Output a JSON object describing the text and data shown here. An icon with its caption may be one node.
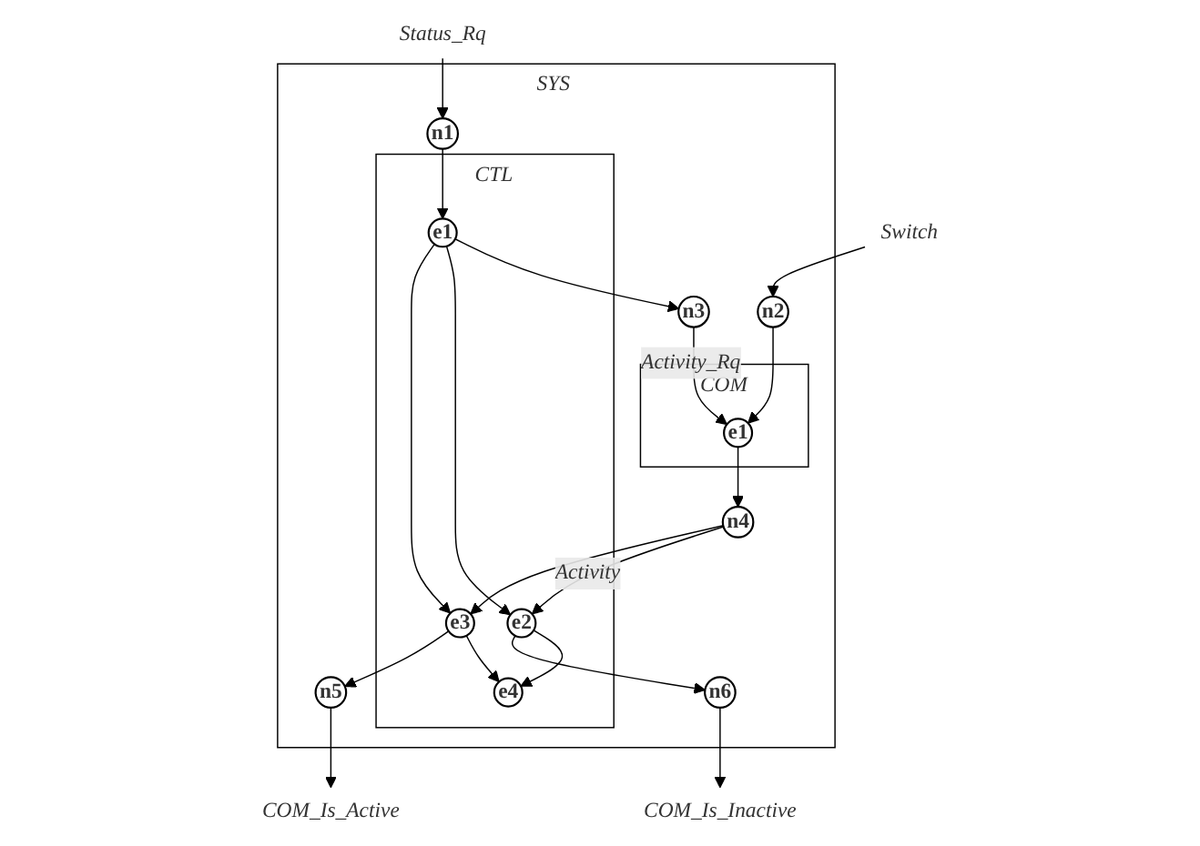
{
  "diagram": {
    "nodes": [
      {
        "text": [
          "COM_Is_Active"
        ]
      },
      {
        "text": [
          "Status_Rq"
        ]
      },
      {
        "text": [
          "COM_Is_Inactive"
        ]
      },
      {
        "text": [
          "Switch"
        ]
      },
      {
        "text": [
          "SYS"
        ]
      },
      {
        "text": [
          "n1"
        ],
        "in": 4
      },
      {
        "text": [
          "n5"
        ],
        "in": 4
      },
      {
        "text": [
          "n6"
        ],
        "in": 4
      },
      {
        "text": [
          "n2"
        ],
        "in": 4
      },
      {
        "text": [
          "CTL"
        ],
        "in": 4
      },
      {
        "text": [
          "e3"
        ],
        "in": 9
      },
      {
        "text": [
          "e1"
        ],
        "in": 9
      },
      {
        "text": [
          "e2"
        ],
        "in": 9
      },
      {
        "text": [
          "e4"
        ],
        "in": 9
      },
      {
        "text": [
          "COM"
        ],
        "in": 4
      },
      {
        "text": [
          "e1"
        ],
        "in": 14
      },
      {
        "text": [
          "n4"
        ],
        "in": 4
      },
      {
        "text": [
          "n3"
        ],
        "in": 4
      }
    ],
    "edges": [
      {
        "from": 1,
        "to": 5,
        "arrow": "to"
      },
      {
        "from": 5,
        "to": 11,
        "arrow": "to"
      },
      {
        "from": 10,
        "to": 6,
        "arrow": "to"
      },
      {
        "from": 6,
        "to": 0,
        "arrow": "to"
      },
      {
        "from": 12,
        "to": 7,
        "arrow": "to"
      },
      {
        "from": 7,
        "to": 2,
        "arrow": "to"
      },
      {
        "from": 3,
        "to": 8,
        "arrow": "to"
      },
      {
        "from": 8,
        "to": 15,
        "arrow": "to"
      },
      {
        "from": 11,
        "to": 10,
        "arrow": "to"
      },
      {
        "from": 11,
        "to": 12,
        "arrow": "to"
      },
      {
        "from": 10,
        "to": 13,
        "arrow": "to"
      },
      {
        "from": 12,
        "to": 13,
        "arrow": "to"
      },
      {
        "from": 11,
        "to": 17,
        "arrow": "to"
      },
      {
        "from": 17,
        "to": 15,
        "arrow": "to",
        "label": "Activity_Rq"
      },
      {
        "from": 15,
        "to": 16,
        "arrow": "to"
      },
      {
        "from": 16,
        "to": 10,
        "arrow": "to",
        "label": "Activity"
      },
      {
        "from": 16,
        "to": 12,
        "arrow": "to"
      }
    ]
  }
}
